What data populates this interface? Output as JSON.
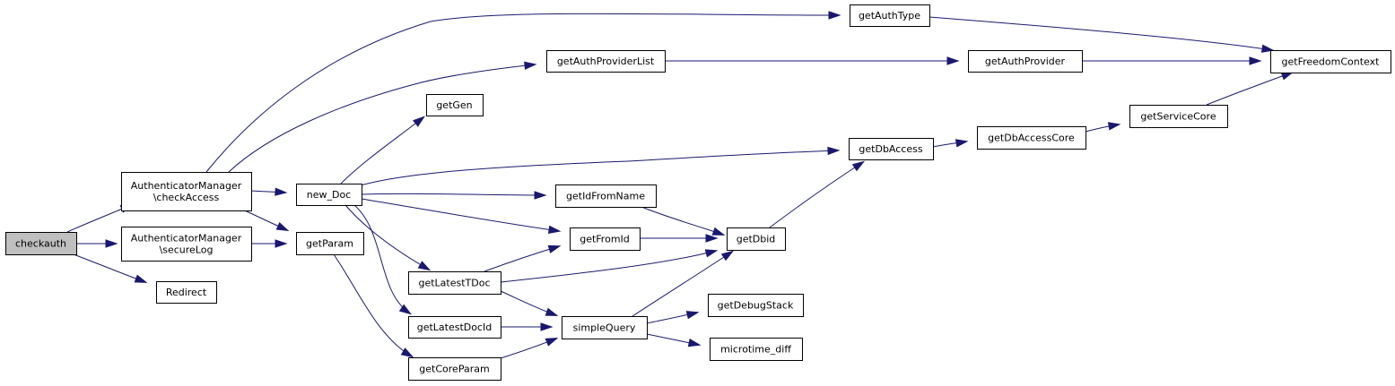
{
  "diagram": {
    "type": "call-graph",
    "colors": {
      "node_fill": "#ffffff",
      "root_fill": "#bfbfbf",
      "node_border": "#000000",
      "edge": "#191970"
    },
    "nodes": [
      {
        "id": "checkauth",
        "label": "checkauth",
        "root": true
      },
      {
        "id": "am-checkaccess",
        "label": "AuthenticatorManager\n\\checkAccess"
      },
      {
        "id": "am-securelog",
        "label": "AuthenticatorManager\n\\secureLog"
      },
      {
        "id": "redirect",
        "label": "Redirect"
      },
      {
        "id": "new-doc",
        "label": "new_Doc"
      },
      {
        "id": "getparam",
        "label": "getParam"
      },
      {
        "id": "getgen",
        "label": "getGen"
      },
      {
        "id": "getauthproviderlist",
        "label": "getAuthProviderList"
      },
      {
        "id": "getlatesttdoc",
        "label": "getLatestTDoc"
      },
      {
        "id": "getlatestdocid",
        "label": "getLatestDocId"
      },
      {
        "id": "getcoreparam",
        "label": "getCoreParam"
      },
      {
        "id": "getidfromname",
        "label": "getIdFromName"
      },
      {
        "id": "getfromid",
        "label": "getFromId"
      },
      {
        "id": "simplequery",
        "label": "simpleQuery"
      },
      {
        "id": "getdbid",
        "label": "getDbid"
      },
      {
        "id": "getdebugstack",
        "label": "getDebugStack"
      },
      {
        "id": "microtime-diff",
        "label": "microtime_diff"
      },
      {
        "id": "getauthtype",
        "label": "getAuthType"
      },
      {
        "id": "getdbaccess",
        "label": "getDbAccess"
      },
      {
        "id": "getauthprovider",
        "label": "getAuthProvider"
      },
      {
        "id": "getdbaccesscore",
        "label": "getDbAccessCore"
      },
      {
        "id": "getservicecore",
        "label": "getServiceCore"
      },
      {
        "id": "getfreedomcontext",
        "label": "getFreedomContext"
      }
    ],
    "edges": [
      {
        "from": "checkauth",
        "to": "am-checkaccess"
      },
      {
        "from": "checkauth",
        "to": "am-securelog"
      },
      {
        "from": "checkauth",
        "to": "redirect"
      },
      {
        "from": "am-checkaccess",
        "to": "getauthtype"
      },
      {
        "from": "am-checkaccess",
        "to": "getauthproviderlist"
      },
      {
        "from": "am-checkaccess",
        "to": "new-doc"
      },
      {
        "from": "am-checkaccess",
        "to": "getparam"
      },
      {
        "from": "am-securelog",
        "to": "getparam"
      },
      {
        "from": "new-doc",
        "to": "getgen"
      },
      {
        "from": "new-doc",
        "to": "getdbaccess"
      },
      {
        "from": "new-doc",
        "to": "getidfromname"
      },
      {
        "from": "new-doc",
        "to": "getfromid"
      },
      {
        "from": "new-doc",
        "to": "getlatesttdoc"
      },
      {
        "from": "new-doc",
        "to": "getlatestdocid"
      },
      {
        "from": "getparam",
        "to": "getcoreparam"
      },
      {
        "from": "getauthtype",
        "to": "getfreedomcontext"
      },
      {
        "from": "getauthproviderlist",
        "to": "getauthprovider"
      },
      {
        "from": "getauthprovider",
        "to": "getfreedomcontext"
      },
      {
        "from": "getservicecore",
        "to": "getfreedomcontext"
      },
      {
        "from": "getdbaccess",
        "to": "getdbaccesscore"
      },
      {
        "from": "getdbaccesscore",
        "to": "getservicecore"
      },
      {
        "from": "getidfromname",
        "to": "getdbid"
      },
      {
        "from": "getfromid",
        "to": "getdbid"
      },
      {
        "from": "getdbid",
        "to": "getdbaccess"
      },
      {
        "from": "getlatesttdoc",
        "to": "getfromid"
      },
      {
        "from": "getlatesttdoc",
        "to": "getdbid"
      },
      {
        "from": "getlatesttdoc",
        "to": "simplequery"
      },
      {
        "from": "getlatestdocid",
        "to": "simplequery"
      },
      {
        "from": "getcoreparam",
        "to": "simplequery"
      },
      {
        "from": "simplequery",
        "to": "getdbid"
      },
      {
        "from": "simplequery",
        "to": "getdebugstack"
      },
      {
        "from": "simplequery",
        "to": "microtime-diff"
      }
    ]
  }
}
